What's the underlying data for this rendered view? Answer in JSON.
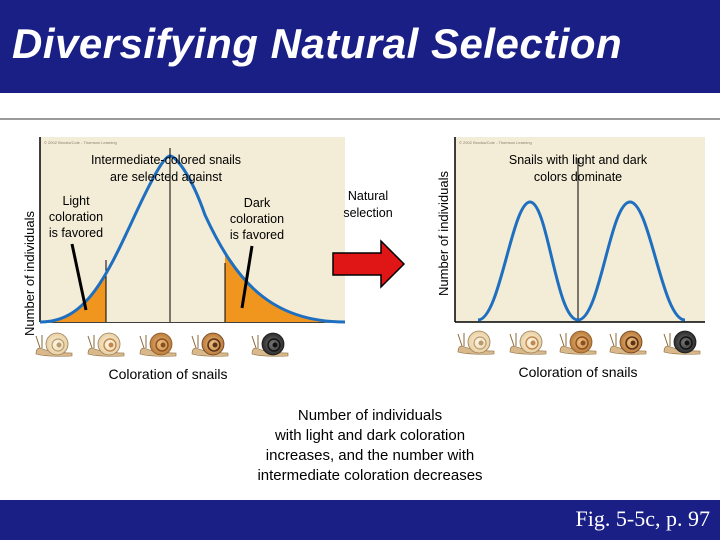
{
  "title": "Diversifying Natural Selection",
  "figure_ref": "Fig. 5-5c, p. 97",
  "left_panel": {
    "ylabel": "Number of individuals",
    "xlabel": "Coloration of snails",
    "top_label_line1": "Intermediate-colored snails",
    "top_label_line2": "are selected against",
    "light_label": [
      "Light",
      "coloration",
      "is favored"
    ],
    "dark_label": [
      "Dark",
      "coloration",
      "is favored"
    ],
    "copyright": "© 2002 Brooks/Cole - Thomson Learning"
  },
  "arrow_label": [
    "Natural",
    "selection"
  ],
  "right_panel": {
    "ylabel": "Number of individuals",
    "xlabel": "Coloration of snails",
    "top_label_line1": "Snails with light and dark",
    "top_label_line2": "colors dominate",
    "copyright": "© 2002 Brooks/Cole - Thomson Learning"
  },
  "bottom_caption": [
    "Number of individuals",
    "with light and dark coloration",
    "increases, and the number with",
    "intermediate coloration decreases"
  ],
  "colors": {
    "title_bar": "#1a1f86",
    "panel_bg": "#f3ecd6",
    "curve": "#1f6fc0",
    "shading": "#f0961e",
    "arrow": "#e01616"
  }
}
